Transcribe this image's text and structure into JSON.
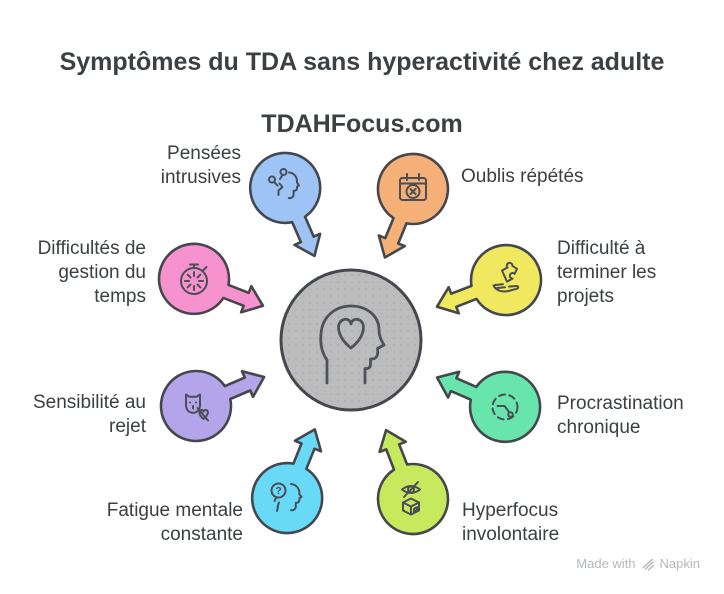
{
  "title": {
    "line1": "Symptômes du TDA sans hyperactivité chez adulte",
    "line2": "TDAHFocus.com"
  },
  "center": {
    "icon": "head-heart-icon",
    "color": "#bcbcbc",
    "dot_color": "#b0b0b0"
  },
  "outline_color": "#44474c",
  "nodes": [
    {
      "id": "pensees-intrusives",
      "label": [
        "Pensées",
        "intrusives"
      ],
      "color": "#9ec4f5",
      "icon": "brain-thoughts-icon"
    },
    {
      "id": "oublis-repetes",
      "label": [
        "Oublis répétés"
      ],
      "color": "#f5b078",
      "icon": "calendar-missed-icon"
    },
    {
      "id": "difficultes-gestion-temps",
      "label": [
        "Difficultés de",
        "gestion du",
        "temps"
      ],
      "color": "#f693ce",
      "icon": "stopwatch-icon"
    },
    {
      "id": "difficulte-terminer-projets",
      "label": [
        "Difficulté à",
        "terminer les",
        "projets"
      ],
      "color": "#f0e85e",
      "icon": "puzzle-hand-icon"
    },
    {
      "id": "sensibilite-rejet",
      "label": [
        "Sensibilité au",
        "rejet"
      ],
      "color": "#b4a4e9",
      "icon": "mask-broken-heart-icon"
    },
    {
      "id": "procrastination-chronique",
      "label": [
        "Procrastination",
        "chronique"
      ],
      "color": "#67e5ad",
      "icon": "dashed-clock-icon"
    },
    {
      "id": "fatigue-mentale-constante",
      "label": [
        "Fatigue mentale",
        "constante"
      ],
      "color": "#68d9f6",
      "icon": "head-question-icon"
    },
    {
      "id": "hyperfocus-involontaire",
      "label": [
        "Hyperfocus",
        "involontaire"
      ],
      "color": "#c6e95d",
      "icon": "eye-cube-icon"
    }
  ],
  "footer": {
    "made_with": "Made with",
    "brand": "Napkin"
  }
}
